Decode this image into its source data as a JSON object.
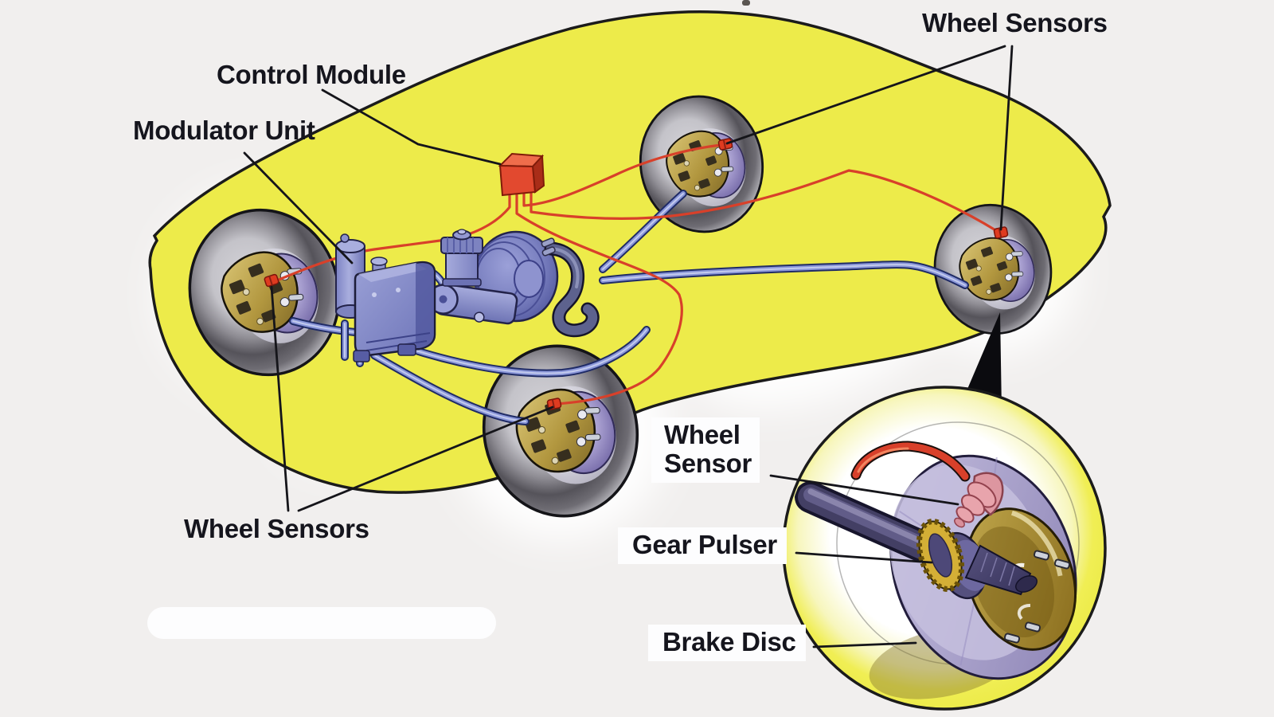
{
  "meta": {
    "description": "Anti-lock braking system (ABS) component location diagram: yellow car body seen from above-front with four wheels, central hydraulic assembly, red control module wired to four red wheel sensors, and a magnified callout circle of a hub assembly"
  },
  "labels": {
    "control_module": "Control Module",
    "modulator_unit": "Modulator Unit",
    "wheel_sensors_top": "Wheel Sensors",
    "wheel_sensors_bottom": "Wheel Sensors",
    "wheel_sensor_inset_line1": "Wheel",
    "wheel_sensor_inset_line2": "Sensor",
    "gear_pulser": "Gear Pulser",
    "brake_disc": "Brake Disc"
  },
  "parts": [
    "car-body-outline",
    "wheel-front-left",
    "wheel-top",
    "wheel-right",
    "wheel-bottom",
    "wheel-speed-sensor-red (x4)",
    "control-module-red-box",
    "modulator-unit-assembly",
    "master-cylinder-and-reservoir",
    "brake-booster",
    "brake-lines-blue",
    "sensor-wires-red",
    "callout-wedge",
    "callout-circle",
    "axle-shaft",
    "gear-pulser-ring",
    "wheel-sensor-pink",
    "brake-disc-lavender",
    "hub-with-studs",
    "blank-white-pill"
  ],
  "colors": {
    "background": "#f1efee",
    "body_yellow": "#edeb4a",
    "outline_black": "#1b1b1b",
    "label_text": "#15151d",
    "control_module_red": "#e2492f",
    "wire_red": "#d8402a",
    "sensor_red": "#df3b20",
    "brake_line_dark": "#1f2b66",
    "brake_line_mid": "#8a96d8",
    "brake_line_light": "#c3cbee",
    "component_blue": "#7a80c0",
    "component_blue_light": "#9ba0d8",
    "component_blue_dark": "#565ca2",
    "caliper_gold": "#b2973f",
    "disc_lavender": "#a89fd0",
    "tire_dark": "#55535a",
    "inset_ring_yellow": "#f0ee54",
    "pink_sensor": "#e8a4ac",
    "gear_gold": "#d4af36",
    "axle_purple": "#433f64",
    "hub_gold": "#c3aa4e",
    "white_panel": "#fdfdfe"
  }
}
